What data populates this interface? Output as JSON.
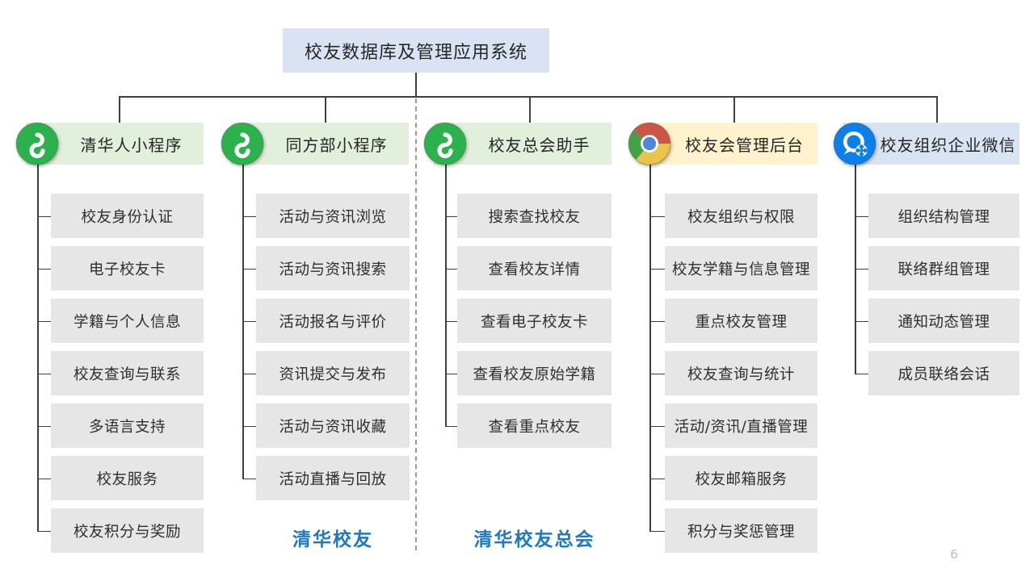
{
  "slide": {
    "title": "校友数据库及管理应用系统",
    "page_number": "6"
  },
  "columns": [
    {
      "id": "qinghuaren-miniprogram",
      "header": "清华人小程序",
      "icon": "weapp-icon",
      "accent": "#e2efda",
      "items": [
        "校友身份认证",
        "电子校友卡",
        "学籍与个人信息",
        "校友查询与联系",
        "多语言支持",
        "校友服务",
        "校友积分与奖励"
      ],
      "footer": ""
    },
    {
      "id": "tongfangbu-miniprogram",
      "header": "同方部小程序",
      "icon": "weapp-icon",
      "accent": "#e2efda",
      "items": [
        "活动与资讯浏览",
        "活动与资讯搜索",
        "活动报名与评价",
        "资讯提交与发布",
        "活动与资讯收藏",
        "活动直播与回放"
      ],
      "footer": "清华校友"
    },
    {
      "id": "xiaoyou-zonghui-assistant",
      "header": "校友总会助手",
      "icon": "weapp-icon",
      "accent": "#e2efda",
      "items": [
        "搜索查找校友",
        "查看校友详情",
        "查看电子校友卡",
        "查看校友原始学籍",
        "查看重点校友"
      ],
      "footer": "清华校友总会"
    },
    {
      "id": "xiaoyouhui-admin-backend",
      "header": "校友会管理后台",
      "icon": "chrome-icon",
      "accent": "#fff2cc",
      "items": [
        "校友组织与权限",
        "校友学籍与信息管理",
        "重点校友管理",
        "校友查询与统计",
        "活动/资讯/直播管理",
        "校友邮箱服务",
        "积分与奖惩管理"
      ],
      "footer": ""
    },
    {
      "id": "xiaoyou-org-wecom",
      "header": "校友组织企业微信",
      "icon": "wecom-icon",
      "accent": "#d9e4f3",
      "items": [
        "组织结构管理",
        "联络群组管理",
        "通知动态管理",
        "成员联络会话"
      ],
      "footer": ""
    }
  ],
  "colors": {
    "title_bg": "#dae3f3",
    "item_bg": "#e7e6e6",
    "connector": "#3f3f3f",
    "divider": "#999999",
    "footer_text": "#1e78c2",
    "weapp_green": "#2bb24c",
    "wecom_blue": "#0d7fe8",
    "chrome_red": "#cd5449",
    "chrome_yellow": "#e9c44c",
    "chrome_green": "#45a145",
    "chrome_blue": "#4d87d5"
  }
}
